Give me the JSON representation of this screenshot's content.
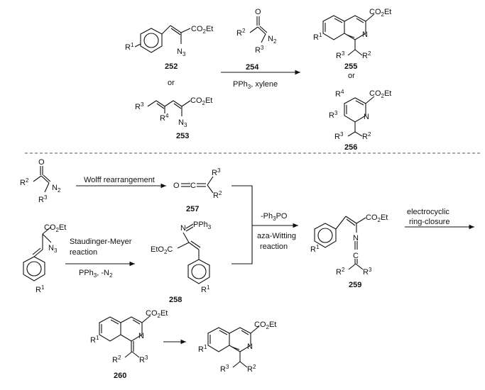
{
  "top": {
    "cmpd252": {
      "r1": "R",
      "r1_sup": "1",
      "ester": "CO",
      "ester_sub": "2",
      "ester_tail": "Et",
      "azide": "N",
      "azide_sub": "3",
      "number": "252"
    },
    "or1": "or",
    "cmpd253": {
      "r3": "R",
      "r3_sup": "3",
      "r4": "R",
      "r4_sup": "4",
      "ester": "CO",
      "ester_sub": "2",
      "ester_tail": "Et",
      "azide": "N",
      "azide_sub": "3",
      "number": "253"
    },
    "cmpd254": {
      "o": "O",
      "r2": "R",
      "r2_sup": "2",
      "n2": "N",
      "n2_sub": "2",
      "r3": "R",
      "r3_sup": "3",
      "number": "254"
    },
    "condition": {
      "text1": "PPh",
      "text1_sub": "3",
      "text2": ", xylene"
    },
    "cmpd255": {
      "ester": "CO",
      "ester_sub": "2",
      "ester_tail": "Et",
      "n": "N",
      "r1": "R",
      "r1_sup": "1",
      "r3": "R",
      "r3_sup": "3",
      "r2": "R",
      "r2_sup": "2",
      "number": "255"
    },
    "or2": "or",
    "cmpd256": {
      "r4": "R",
      "r4_sup": "4",
      "r3a": "R",
      "r3a_sup": "3",
      "ester": "CO",
      "ester_sub": "2",
      "ester_tail": "Et",
      "n": "N",
      "r3b": "R",
      "r3b_sup": "3",
      "r2": "R",
      "r2_sup": "2",
      "number": "256"
    }
  },
  "mechanism": {
    "diazo": {
      "o": "O",
      "r2": "R",
      "r2_sup": "2",
      "n2": "N",
      "n2_sub": "2",
      "r3": "R",
      "r3_sup": "3"
    },
    "wolff": "Wolff rearrangement",
    "cmpd257": {
      "o": "O",
      "r3": "R",
      "r3_sup": "3",
      "r2": "R",
      "r2_sup": "2",
      "number": "257"
    },
    "azide": {
      "ester": "CO",
      "ester_sub": "2",
      "ester_tail": "Et",
      "n3": "N",
      "n3_sub": "3",
      "r1": "R",
      "r1_sup": "1"
    },
    "staudinger1": "Staudinger-Meyer",
    "staudinger2": "reaction",
    "staudinger3": "PPh",
    "staudinger3_sub": "3",
    "staudinger3_tail": ", -N",
    "staudinger3_sub2": "2",
    "cmpd258": {
      "n": "N",
      "pph": "PPh",
      "pph_sub": "3",
      "eto": "EtO",
      "eto_sub": "2",
      "eto_tail": "C",
      "r1": "R",
      "r1_sup": "1",
      "number": "258"
    },
    "aza1_a": "-Ph",
    "aza1_sub": "3",
    "aza1_b": "PO",
    "aza2": "aza-Witting",
    "aza3": "reaction",
    "cmpd259": {
      "ester": "CO",
      "ester_sub": "2",
      "ester_tail": "Et",
      "n": "N",
      "c": "C",
      "r1": "R",
      "r1_sup": "1",
      "r2": "R",
      "r2_sup": "2",
      "r3": "R",
      "r3_sup": "3",
      "number": "259"
    },
    "electro1": "electrocyclic",
    "electro2": "ring-closure",
    "cmpd260": {
      "ester": "CO",
      "ester_sub": "2",
      "ester_tail": "Et",
      "n": "N",
      "r1": "R",
      "r1_sup": "1",
      "r2": "R",
      "r2_sup": "2",
      "r3": "R",
      "r3_sup": "3",
      "number": "260"
    },
    "final": {
      "ester": "CO",
      "ester_sub": "2",
      "ester_tail": "Et",
      "n": "N",
      "r1": "R",
      "r1_sup": "1",
      "r3": "R",
      "r3_sup": "3",
      "r2": "R",
      "r2_sup": "2"
    }
  }
}
